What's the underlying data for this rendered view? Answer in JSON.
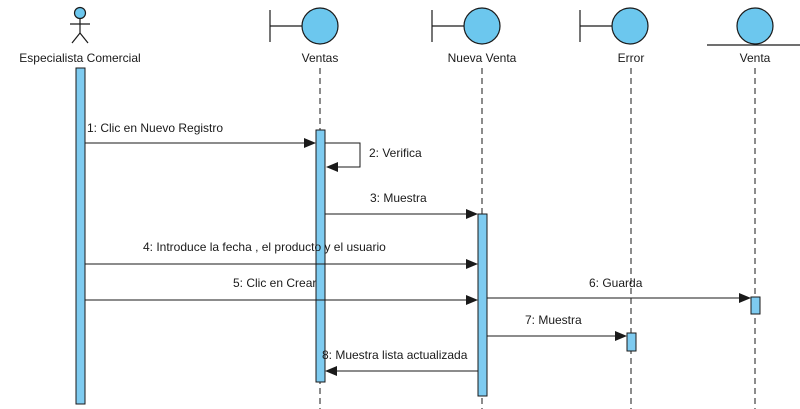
{
  "colors": {
    "activation_fill": "#7ecbf0",
    "circle_fill": "#6cc7ee",
    "stroke": "#1a1a1a"
  },
  "participants": [
    {
      "id": "p-especialista",
      "name": "Especialista Comercial",
      "kind": "actor",
      "icon": "actor-stick-figure-icon"
    },
    {
      "id": "p-ventas",
      "name": "Ventas",
      "kind": "boundary",
      "icon": "boundary-icon"
    },
    {
      "id": "p-nueva-venta",
      "name": "Nueva Venta",
      "kind": "boundary",
      "icon": "boundary-icon"
    },
    {
      "id": "p-error",
      "name": "Error",
      "kind": "boundary",
      "icon": "boundary-icon"
    },
    {
      "id": "p-venta",
      "name": "Venta",
      "kind": "entity",
      "icon": "entity-icon"
    }
  ],
  "messages": [
    {
      "num": 1,
      "label": "1: Clic en Nuevo Registro",
      "from": "p-especialista",
      "to": "p-ventas"
    },
    {
      "num": 2,
      "label": "2: Verifica",
      "from": "p-ventas",
      "to": "p-ventas"
    },
    {
      "num": 3,
      "label": "3: Muestra",
      "from": "p-ventas",
      "to": "p-nueva-venta"
    },
    {
      "num": 4,
      "label": "4: Introduce la fecha , el producto y el usuario",
      "from": "p-especialista",
      "to": "p-nueva-venta"
    },
    {
      "num": 5,
      "label": "5: Clic en Crear",
      "from": "p-especialista",
      "to": "p-nueva-venta"
    },
    {
      "num": 6,
      "label": "6: Guarda",
      "from": "p-nueva-venta",
      "to": "p-venta"
    },
    {
      "num": 7,
      "label": "7: Muestra",
      "from": "p-nueva-venta",
      "to": "p-error"
    },
    {
      "num": 8,
      "label": "8: Muestra lista actualizada",
      "from": "p-nueva-venta",
      "to": "p-ventas"
    }
  ]
}
